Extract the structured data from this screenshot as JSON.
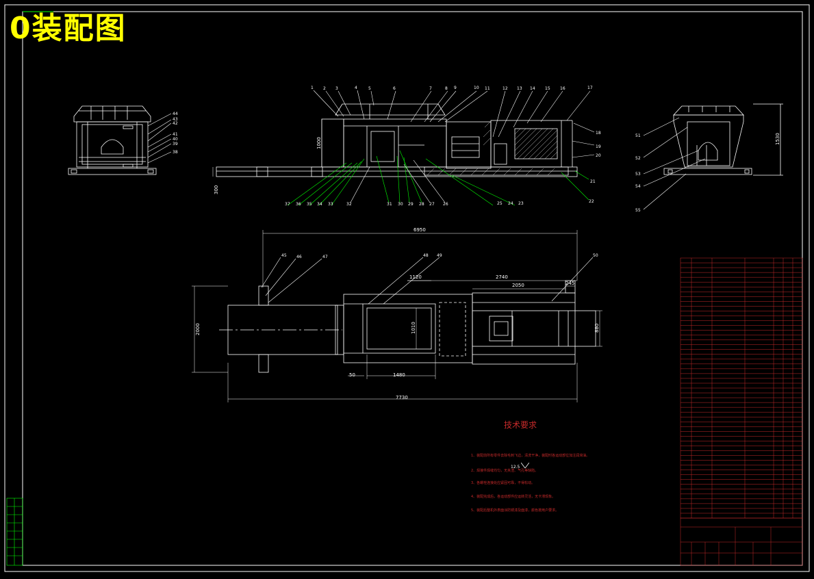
{
  "title": "0装配图",
  "colors": {
    "background": "#000000",
    "lines": "#ffffff",
    "title": "#ffff00",
    "leaders": "#00ff00",
    "notes": "#c62a2a",
    "table": "#c62a2a"
  },
  "front_view": {
    "labels_top": [
      "1",
      "2",
      "3",
      "4",
      "5",
      "6",
      "7",
      "8",
      "9",
      "10",
      "11",
      "12",
      "13",
      "14",
      "15",
      "16",
      "17"
    ],
    "labels_right": [
      "18",
      "19",
      "20",
      "21",
      "22"
    ],
    "labels_bottom": [
      "37",
      "36",
      "35",
      "34",
      "33",
      "32",
      "31",
      "30",
      "29",
      "28",
      "27",
      "26",
      "25",
      "24",
      "23"
    ],
    "dims": {
      "height": "1000",
      "base": "300"
    }
  },
  "left_view": {
    "labels": [
      "44",
      "43",
      "42",
      "41",
      "40",
      "39",
      "38"
    ]
  },
  "right_view": {
    "labels": [
      "51",
      "52",
      "53",
      "54",
      "55"
    ],
    "dims": {
      "height": "1530"
    }
  },
  "top_view": {
    "labels": [
      "45",
      "46",
      "47",
      "48",
      "49",
      "50"
    ],
    "dims": {
      "overall_top": "6950",
      "span_2740": "2740",
      "span_2050": "2050",
      "span_245": "245",
      "span_1120": "1120",
      "height_left": "2000",
      "inner_1010": "1010",
      "right_880": "880",
      "offset_50": "50",
      "width_1480": "1480",
      "overall_bottom": "7730"
    }
  },
  "tech_requirements": {
    "title": "技术要求",
    "items": [
      "1、装配前所有零件去除毛刺飞边，清洗干净，装配时各运动部位加注润滑油。",
      "2、焊接件焊缝均匀，无夹渣、气孔等缺陷。",
      "3、各螺栓连接处应紧固可靠，不得松动。",
      "4、装配完成后，各运动部件应运转灵活，无卡滞现象。",
      "5、装配后整机外表面涂防锈漆及面漆，颜色按用户要求。"
    ],
    "roughness": "12.5"
  }
}
